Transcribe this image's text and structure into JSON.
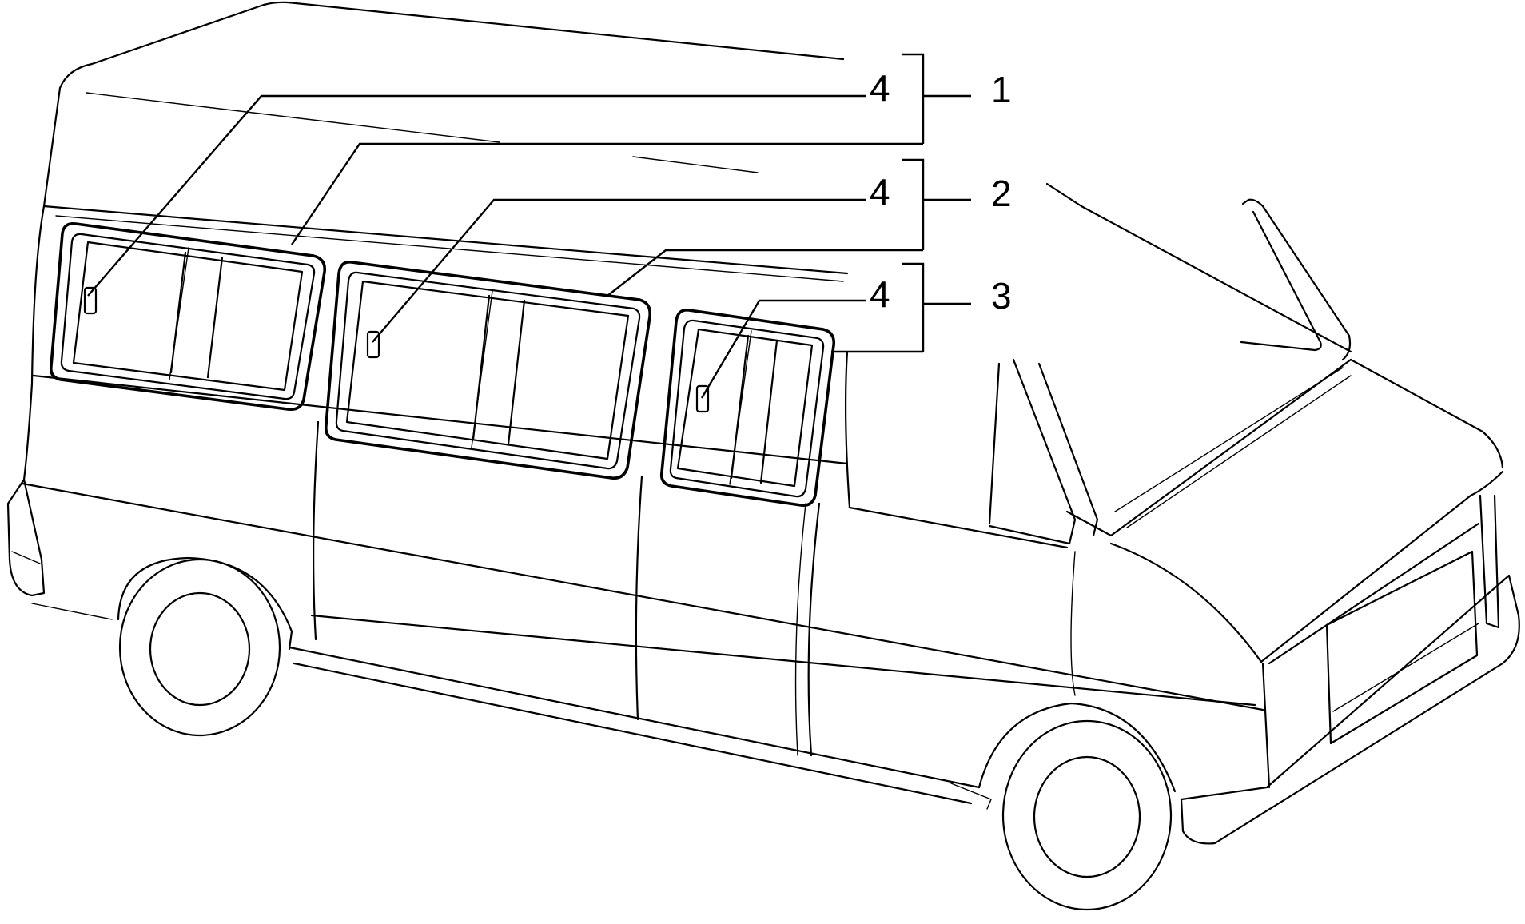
{
  "diagram": {
    "callouts": {
      "c1": "1",
      "c2": "2",
      "c3": "3",
      "latch_a": "4",
      "latch_b": "4",
      "latch_c": "4"
    },
    "line_color": "#000000",
    "background": "#ffffff"
  }
}
